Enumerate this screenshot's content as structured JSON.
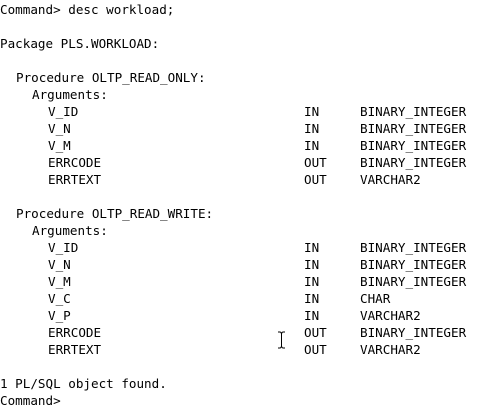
{
  "terminal": {
    "prompt_command": "Command> desc workload;",
    "package_header": "Package PLS.WORKLOAD:",
    "procedures": [
      {
        "title": "Procedure OLTP_READ_ONLY:",
        "arguments_label": "Arguments:",
        "args": [
          {
            "name": "V_ID",
            "dir": "IN",
            "type": "BINARY_INTEGER"
          },
          {
            "name": "V_N",
            "dir": "IN",
            "type": "BINARY_INTEGER"
          },
          {
            "name": "V_M",
            "dir": "IN",
            "type": "BINARY_INTEGER"
          },
          {
            "name": "ERRCODE",
            "dir": "OUT",
            "type": "BINARY_INTEGER"
          },
          {
            "name": "ERRTEXT",
            "dir": "OUT",
            "type": "VARCHAR2"
          }
        ]
      },
      {
        "title": "Procedure OLTP_READ_WRITE:",
        "arguments_label": "Arguments:",
        "args": [
          {
            "name": "V_ID",
            "dir": "IN",
            "type": "BINARY_INTEGER"
          },
          {
            "name": "V_N",
            "dir": "IN",
            "type": "BINARY_INTEGER"
          },
          {
            "name": "V_M",
            "dir": "IN",
            "type": "BINARY_INTEGER"
          },
          {
            "name": "V_C",
            "dir": "IN",
            "type": "CHAR"
          },
          {
            "name": "V_P",
            "dir": "IN",
            "type": "VARCHAR2"
          },
          {
            "name": "ERRCODE",
            "dir": "OUT",
            "type": "BINARY_INTEGER"
          },
          {
            "name": "ERRTEXT",
            "dir": "OUT",
            "type": "VARCHAR2"
          }
        ]
      }
    ],
    "result_message": "1 PL/SQL object found.",
    "final_prompt": "Command>"
  },
  "cursor_icon": "text-ibeam-cursor-icon"
}
